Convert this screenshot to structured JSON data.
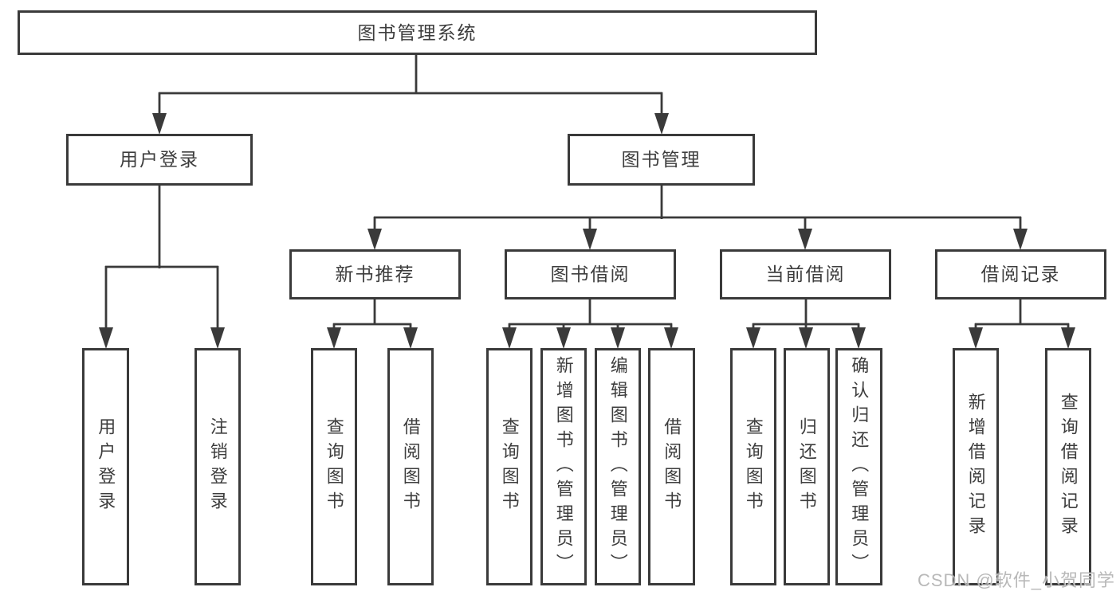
{
  "diagram": {
    "root": {
      "label": "图书管理系统"
    },
    "user_login": {
      "label": "用户登录"
    },
    "book_mgmt": {
      "label": "图书管理"
    },
    "new_book_rec": {
      "label": "新书推荐"
    },
    "book_borrow": {
      "label": "图书借阅"
    },
    "current_borrow": {
      "label": "当前借阅"
    },
    "borrow_records": {
      "label": "借阅记录"
    },
    "login_leaf": {
      "label": "用户登录"
    },
    "logout_leaf": {
      "label": "注销登录"
    },
    "nb_query": {
      "label": "查询图书"
    },
    "nb_borrow": {
      "label": "借阅图书"
    },
    "bb_query": {
      "label": "查询图书"
    },
    "bb_add": {
      "label": "新增图书（管理员）"
    },
    "bb_edit": {
      "label": "编辑图书（管理员）"
    },
    "bb_lend": {
      "label": "借阅图书"
    },
    "cb_query": {
      "label": "查询图书"
    },
    "cb_return": {
      "label": "归还图书"
    },
    "cb_confirm": {
      "label": "确认归还（管理员）"
    },
    "br_add": {
      "label": "新增借阅记录"
    },
    "br_query": {
      "label": "查询借阅记录"
    }
  },
  "watermark": {
    "text": "CSDN @软件_小贺同学"
  },
  "colors": {
    "line": "#3a3a3a",
    "text": "#3d3d3d",
    "background": "#ffffff",
    "watermark": "#b3b3b3"
  }
}
